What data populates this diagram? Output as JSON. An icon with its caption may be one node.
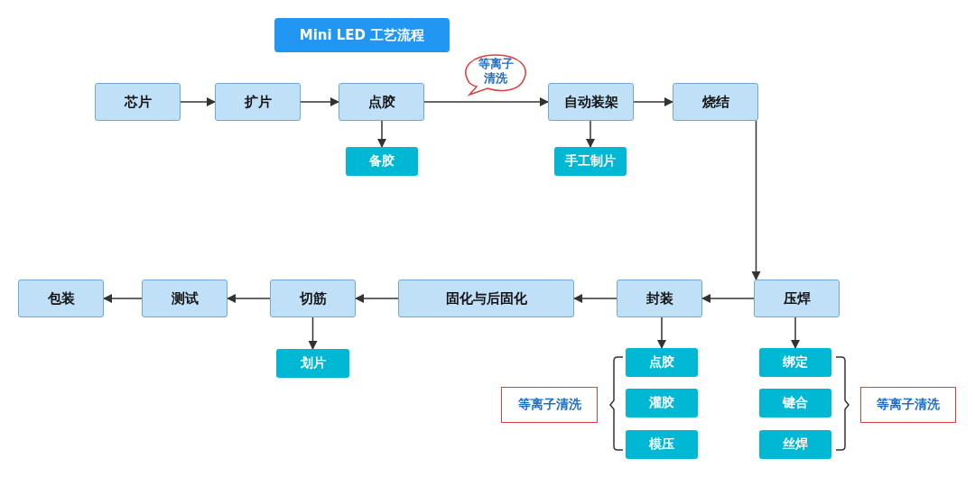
{
  "diagram": {
    "title": "Mini LED 工艺流程",
    "nodes": [
      {
        "text": [
          "芯片"
        ]
      },
      {
        "text": [
          "扩片"
        ]
      },
      {
        "text": [
          "点胶"
        ]
      },
      {
        "text": [
          "自动装架"
        ]
      },
      {
        "text": [
          "烧结"
        ]
      },
      {
        "text": [
          "备胶"
        ]
      },
      {
        "text": [
          "手工制片"
        ]
      },
      {
        "text": [
          "等离子清洗"
        ]
      },
      {
        "text": [
          "压焊"
        ]
      },
      {
        "text": [
          "封装"
        ]
      },
      {
        "text": [
          "固化与后固化"
        ]
      },
      {
        "text": [
          "切筋"
        ]
      },
      {
        "text": [
          "测试"
        ]
      },
      {
        "text": [
          "包装"
        ]
      },
      {
        "text": [
          "划片"
        ]
      },
      {
        "text": [
          "点胶"
        ]
      },
      {
        "text": [
          "灌胶"
        ]
      },
      {
        "text": [
          "模压"
        ]
      },
      {
        "text": [
          "绑定"
        ]
      },
      {
        "text": [
          "键合"
        ]
      },
      {
        "text": [
          "丝焊"
        ]
      },
      {
        "text": [
          "等离子清洗"
        ]
      },
      {
        "text": [
          "等离子清洗"
        ]
      }
    ],
    "edges": [
      {
        "from": 0,
        "to": 1,
        "arrow": "to"
      },
      {
        "from": 1,
        "to": 2,
        "arrow": "to"
      },
      {
        "from": 2,
        "to": 3,
        "arrow": "to"
      },
      {
        "from": 3,
        "to": 4,
        "arrow": "to"
      },
      {
        "from": 2,
        "to": 5,
        "arrow": "to"
      },
      {
        "from": 3,
        "to": 6,
        "arrow": "to"
      },
      {
        "from": 4,
        "to": 8,
        "arrow": "to"
      },
      {
        "from": 8,
        "to": 9,
        "arrow": "to"
      },
      {
        "from": 9,
        "to": 10,
        "arrow": "to"
      },
      {
        "from": 10,
        "to": 11,
        "arrow": "to"
      },
      {
        "from": 11,
        "to": 12,
        "arrow": "to"
      },
      {
        "from": 12,
        "to": 13,
        "arrow": "to"
      },
      {
        "from": 11,
        "to": 14,
        "arrow": "to"
      },
      {
        "from": 9,
        "to": 15,
        "arrow": "to"
      },
      {
        "from": 8,
        "to": 18,
        "arrow": "to"
      }
    ]
  }
}
